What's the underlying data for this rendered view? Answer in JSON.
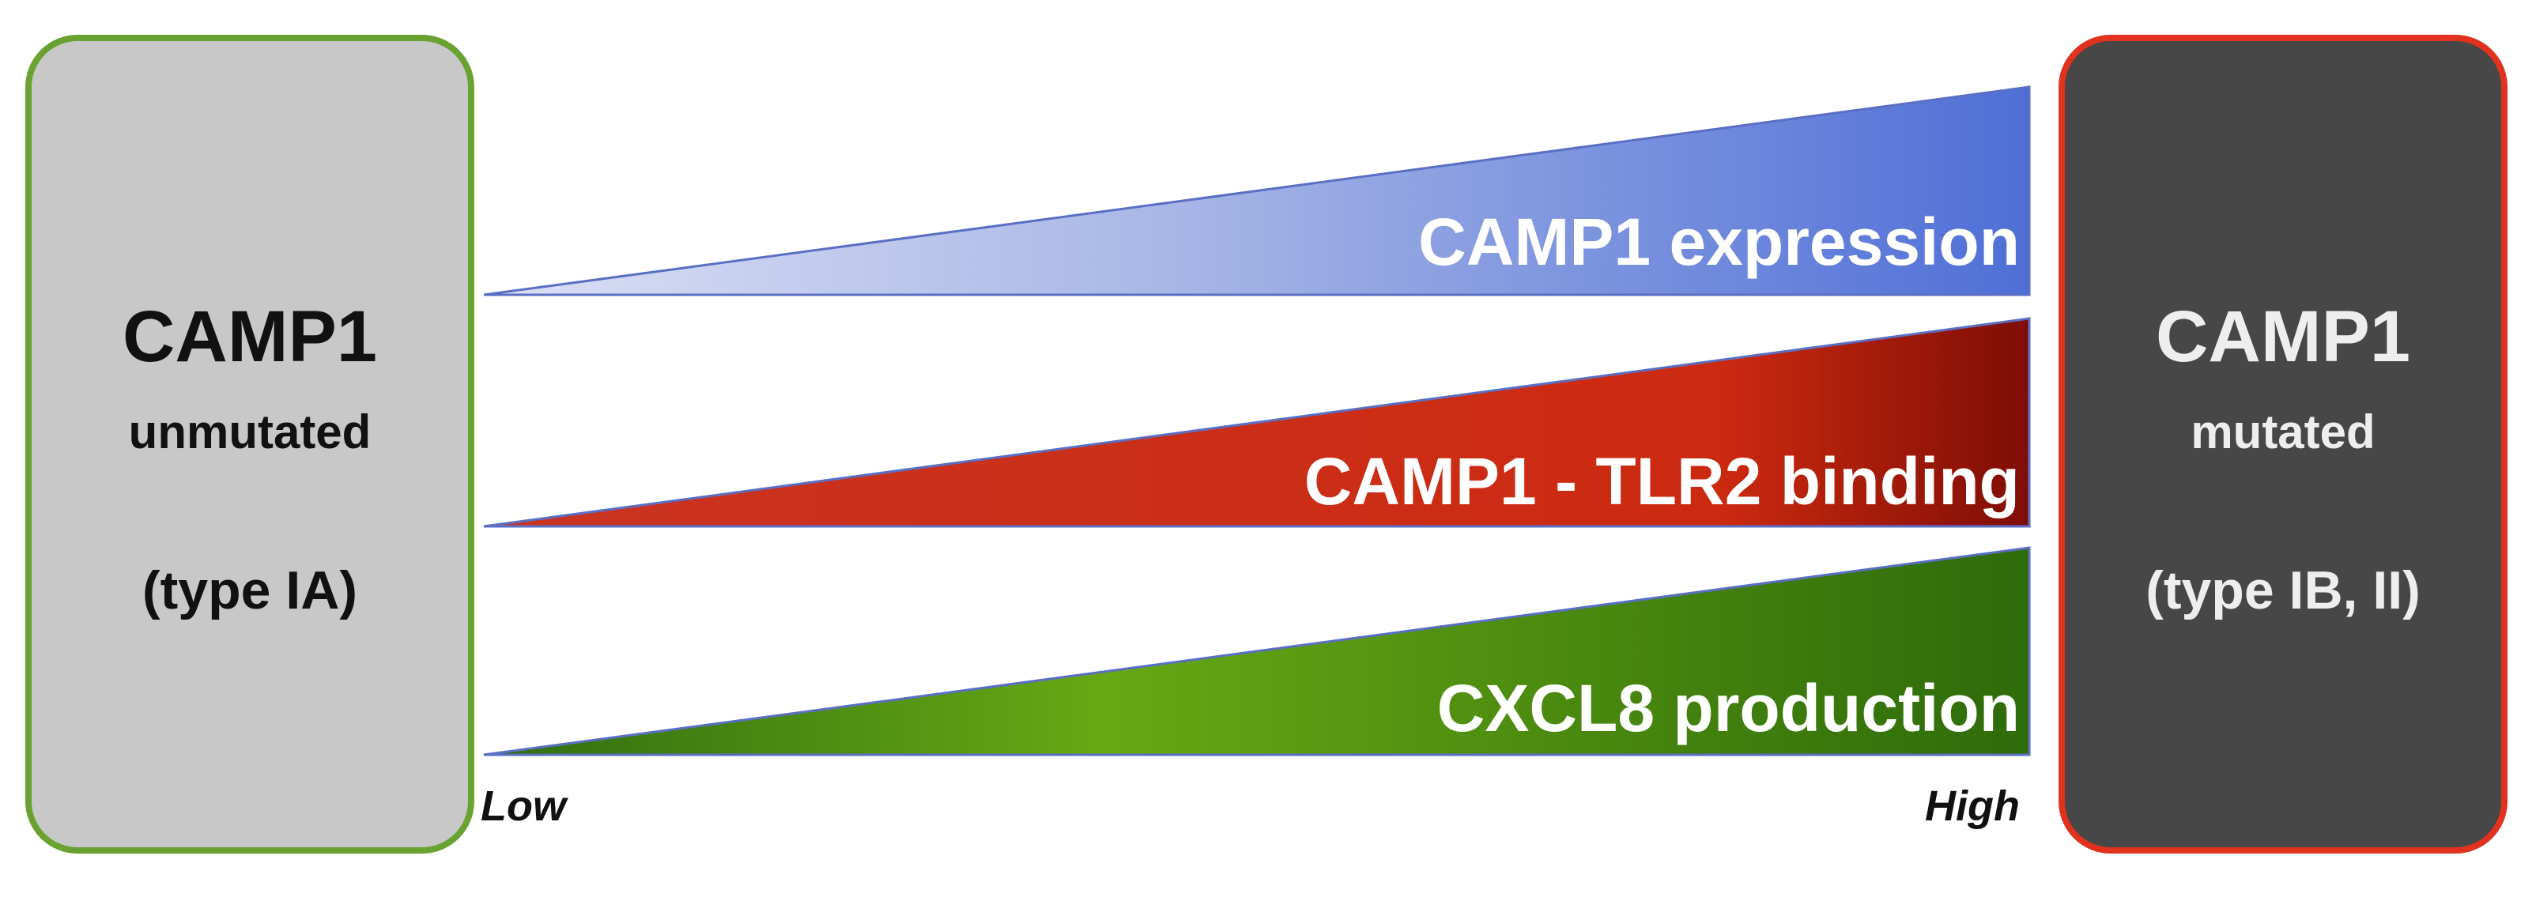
{
  "left_box": {
    "title": "CAMP1",
    "subtitle": "unmutated",
    "type_label": "(type IA)",
    "fill_color": "#c8c8c8",
    "border_color": "#6aa232",
    "text_color": "#111111"
  },
  "right_box": {
    "title": "CAMP1",
    "subtitle": "mutated",
    "type_label": "(type IB, II)",
    "fill_color": "#474747",
    "border_color": "#e0321e",
    "text_color": "#eeeeee"
  },
  "wedges": [
    {
      "label": "CAMP1 expression",
      "color_low": "#dbe0f4",
      "color_mid": "#a7b6e6",
      "color_high": "#4f6fd6"
    },
    {
      "label": "CAMP1 - TLR2 binding",
      "color_low": "#c93422",
      "color_mid": "#cc2a10",
      "color_high": "#7e0d05"
    },
    {
      "label": "CXCL8 production",
      "color_low": "#2f6d10",
      "color_mid": "#67a814",
      "color_high": "#2e6b0a"
    }
  ],
  "scale": {
    "low_label": "Low",
    "high_label": "High"
  }
}
